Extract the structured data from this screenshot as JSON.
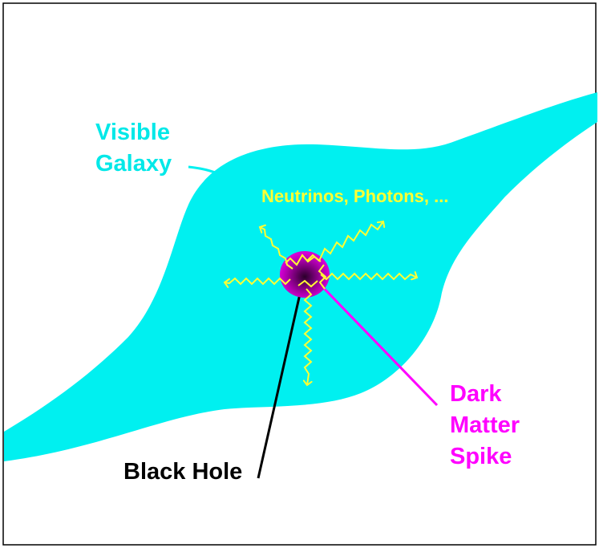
{
  "labels": {
    "visible_galaxy_line1": "Visible",
    "visible_galaxy_line2": "Galaxy",
    "emissions": "Neutrinos, Photons, ...",
    "black_hole": "Black Hole",
    "dm_line1": "Dark",
    "dm_line2": "Matter",
    "dm_line3": "Spike"
  },
  "colors": {
    "galaxy": "#00f0f0",
    "galaxy_label": "#00e8e8",
    "emissions": "#ffff33",
    "spike": "#ff00ff",
    "spike_core": "#3a003a",
    "black_hole": "#000000",
    "frame": "#000000",
    "background": "#ffffff"
  }
}
